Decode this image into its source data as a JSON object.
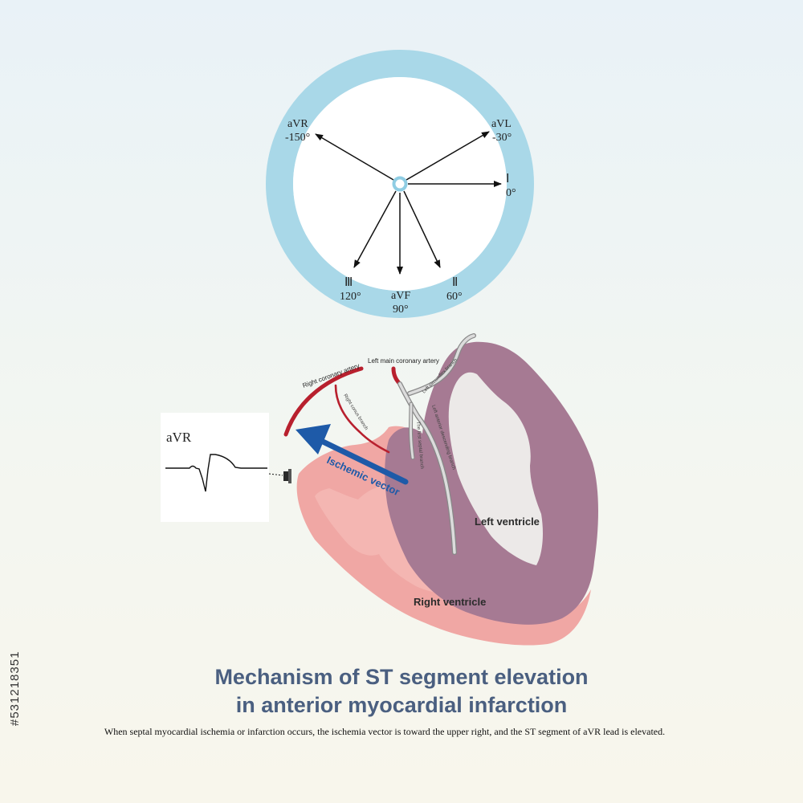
{
  "hexaxial": {
    "leads": [
      {
        "name": "aVR",
        "angle": "-150°"
      },
      {
        "name": "aVL",
        "angle": "-30°"
      },
      {
        "name": "Ⅰ",
        "angle": "0°"
      },
      {
        "name": "Ⅱ",
        "angle": "60°"
      },
      {
        "name": "aVF",
        "angle": "90°"
      },
      {
        "name": "Ⅲ",
        "angle": "120°"
      }
    ]
  },
  "ecg": {
    "lead_label": "aVR"
  },
  "heart": {
    "labels": {
      "rca": "Right coronary artery",
      "lmca": "Left main coronary artery",
      "conus": "Right conus branch",
      "lcx": "Left circumflex branch",
      "lad": "Left anterior descending branch",
      "septal": "The first septal branch",
      "vector": "Ischemic vector",
      "lv": "Left ventricle",
      "rv": "Right ventricle"
    },
    "colors": {
      "left_ventricle": "#a67a93",
      "right_ventricle": "#f0a7a4",
      "artery": "#b8202e",
      "vector": "#1e5aa8",
      "ring": "#a9d8e8"
    }
  },
  "title": {
    "line1": "Mechanism of ST segment elevation",
    "line2": "in anterior myocardial infarction"
  },
  "caption": "When septal myocardial ischemia or infarction occurs, the ischemia vector is toward the upper right, and the ST segment of aVR lead is elevated.",
  "stock_id": "#531218351"
}
